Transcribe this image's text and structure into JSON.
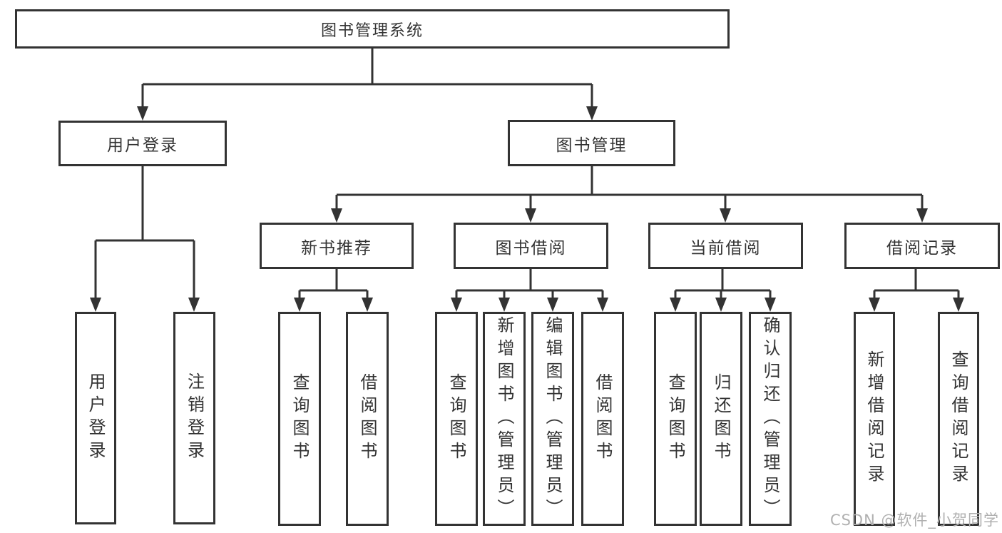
{
  "colors": {
    "line": "#333333",
    "text": "#333333",
    "box_background": "#ffffff",
    "watermark": "#b0b0b0"
  },
  "tree": {
    "root": "图书管理系统",
    "branches": [
      {
        "label": "用户登录",
        "children": [
          "用户登录",
          "注销登录"
        ]
      },
      {
        "label": "图书管理",
        "groups": [
          {
            "label": "新书推荐",
            "children": [
              "查询图书",
              "借阅图书"
            ]
          },
          {
            "label": "图书借阅",
            "children": [
              "查询图书",
              "新增图书（管理员）",
              "编辑图书（管理员）",
              "借阅图书"
            ]
          },
          {
            "label": "当前借阅",
            "children": [
              "查询图书",
              "归还图书",
              "确认归还（管理员）"
            ]
          },
          {
            "label": "借阅记录",
            "children": [
              "新增借阅记录",
              "查询借阅记录"
            ]
          }
        ]
      }
    ]
  },
  "watermark": {
    "text": "CSDN @软件_小贺同学"
  }
}
